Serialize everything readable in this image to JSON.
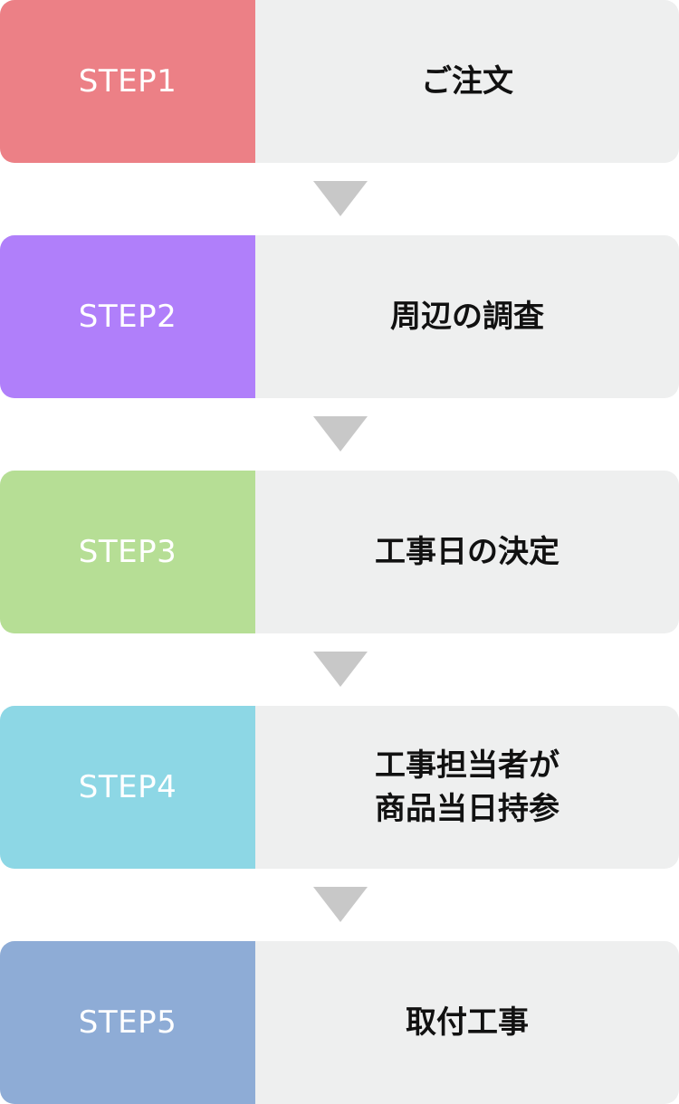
{
  "steps": [
    {
      "label": "STEP1",
      "color": "#ec8086",
      "lines": [
        "ご注文"
      ]
    },
    {
      "label": "STEP2",
      "color": "#b07ffa",
      "lines": [
        "周辺の調査"
      ]
    },
    {
      "label": "STEP3",
      "color": "#b6de95",
      "lines": [
        "工事日の決定"
      ]
    },
    {
      "label": "STEP4",
      "color": "#8dd7e5",
      "lines": [
        "工事担当者が",
        "商品当日持参"
      ]
    },
    {
      "label": "STEP5",
      "color": "#8eacd6",
      "lines": [
        "取付工事"
      ]
    }
  ],
  "arrow_color": "#c8c8c8",
  "arrow_icon": "triangle-down-icon"
}
